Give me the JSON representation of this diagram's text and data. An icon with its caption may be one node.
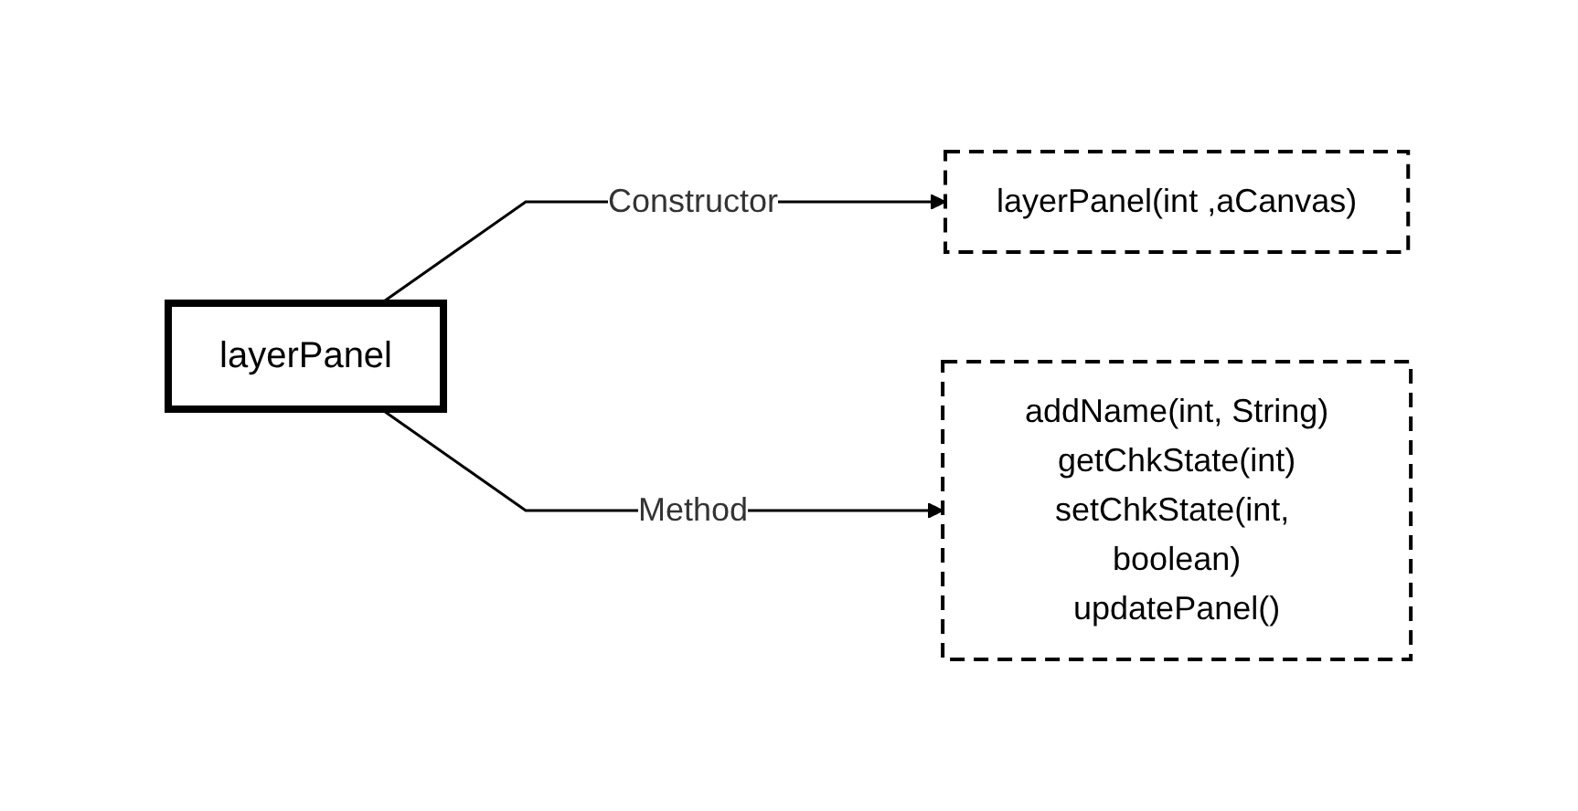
{
  "diagram": {
    "nodes": [
      {
        "text": [
          "layerPanel"
        ]
      },
      {
        "text": [
          "layerPanel(int ,aCanvas)"
        ]
      },
      {
        "text": [
          "addName(int, String)",
          "getChkState(int)",
          "setChkState(int, boolean)",
          "updatePanel()"
        ]
      }
    ],
    "edges": [
      {
        "from": 0,
        "to": 1,
        "label": "Constructor",
        "arrow": "to"
      },
      {
        "from": 0,
        "to": 2,
        "label": "Method",
        "arrow": "to"
      }
    ]
  }
}
